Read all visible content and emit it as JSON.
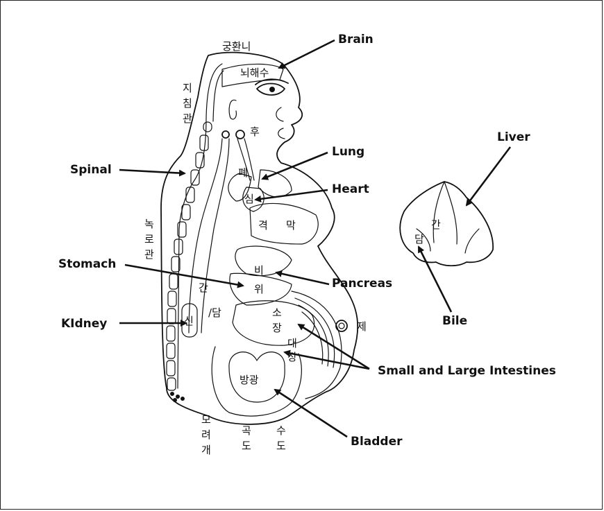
{
  "labels": {
    "brain": "Brain",
    "lung": "Lung",
    "heart": "Heart",
    "spinal": "Spinal",
    "stomach": "Stomach",
    "pancreas": "Pancreas",
    "kidney": "KIdney",
    "intestines": "Small and Large Intestines",
    "bladder": "Bladder",
    "liver": "Liver",
    "bile": "Bile"
  },
  "korean": {
    "gunghwanni": "궁환니",
    "noehaesu": "뇌해수",
    "jichim_1": "지",
    "jichim_2": "침",
    "jichim_3": "관",
    "hu": "후",
    "pye": "폐",
    "sim": "심",
    "gyeok": "격",
    "mak": "막",
    "nokro_1": "녹",
    "nokro_2": "로",
    "nokro_3": "관",
    "bi": "비",
    "wi": "위",
    "gan_body": "간",
    "dam_body": "/담",
    "sin": "신",
    "so": "소",
    "jang1": "장",
    "je": "제",
    "dae": "대",
    "jang2": "장",
    "banggwang": "방광",
    "moryeo_1": "모",
    "moryeo_2": "려",
    "moryeo_3": "개",
    "gokdo_1": "곡",
    "gokdo_2": "도",
    "sudo_1": "수",
    "sudo_2": "도",
    "gan_liver": "간",
    "dam_liver": "담"
  }
}
